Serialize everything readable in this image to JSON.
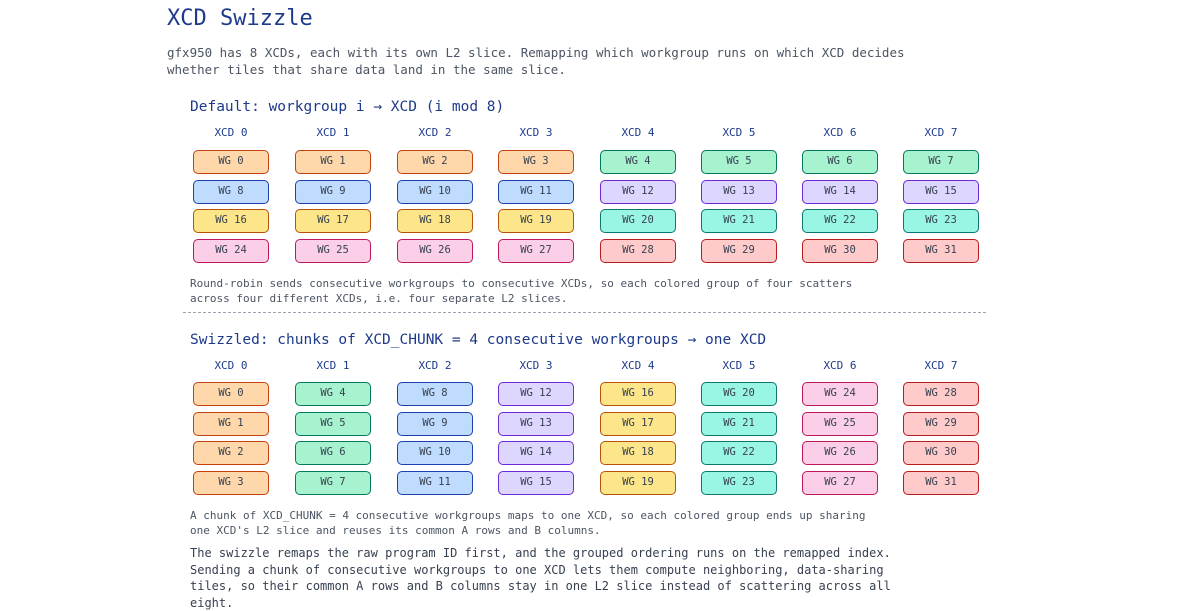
{
  "title": "XCD Swizzle",
  "intro": "gfx950 has 8 XCDs, each with its own L2 slice. Remapping which workgroup runs on which XCD decides whether tiles that share data land in the same slice.",
  "xcd_labels": [
    "XCD 0",
    "XCD 1",
    "XCD 2",
    "XCD 3",
    "XCD 4",
    "XCD 5",
    "XCD 6",
    "XCD 7"
  ],
  "default_section": {
    "heading": "Default: workgroup i → XCD (i mod 8)",
    "columns": [
      [
        "WG 0",
        "WG 8",
        "WG 16",
        "WG 24"
      ],
      [
        "WG 1",
        "WG 9",
        "WG 17",
        "WG 25"
      ],
      [
        "WG 2",
        "WG 10",
        "WG 18",
        "WG 26"
      ],
      [
        "WG 3",
        "WG 11",
        "WG 19",
        "WG 27"
      ],
      [
        "WG 4",
        "WG 12",
        "WG 20",
        "WG 28"
      ],
      [
        "WG 5",
        "WG 13",
        "WG 21",
        "WG 29"
      ],
      [
        "WG 6",
        "WG 14",
        "WG 22",
        "WG 30"
      ],
      [
        "WG 7",
        "WG 15",
        "WG 23",
        "WG 31"
      ]
    ],
    "caption": "Round-robin sends consecutive workgroups to consecutive XCDs, so each colored group of four scatters across four different XCDs, i.e. four separate L2 slices."
  },
  "swizzled_section": {
    "heading": "Swizzled: chunks of XCD_CHUNK = 4 consecutive workgroups → one XCD",
    "columns": [
      [
        "WG 0",
        "WG 1",
        "WG 2",
        "WG 3"
      ],
      [
        "WG 4",
        "WG 5",
        "WG 6",
        "WG 7"
      ],
      [
        "WG 8",
        "WG 9",
        "WG 10",
        "WG 11"
      ],
      [
        "WG 12",
        "WG 13",
        "WG 14",
        "WG 15"
      ],
      [
        "WG 16",
        "WG 17",
        "WG 18",
        "WG 19"
      ],
      [
        "WG 20",
        "WG 21",
        "WG 22",
        "WG 23"
      ],
      [
        "WG 24",
        "WG 25",
        "WG 26",
        "WG 27"
      ],
      [
        "WG 28",
        "WG 29",
        "WG 30",
        "WG 31"
      ]
    ],
    "caption": "A chunk of XCD_CHUNK = 4 consecutive workgroups maps to one XCD, so each colored group ends up sharing one XCD's L2 slice and reuses its common A rows and B columns."
  },
  "summary": "The swizzle remaps the raw program ID first, and the grouped ordering runs on the remapped index. Sending a chunk of consecutive workgroups to one XCD lets them compute neighboring, data-sharing tiles, so their common A rows and B columns stay in one L2 slice instead of scattering across all eight.",
  "group_colors": [
    "#fed7aa",
    "#a7f3d0",
    "#bfdbfe",
    "#ddd6fe",
    "#fde68a",
    "#99f6e4",
    "#fbcfe8",
    "#fecaca"
  ]
}
